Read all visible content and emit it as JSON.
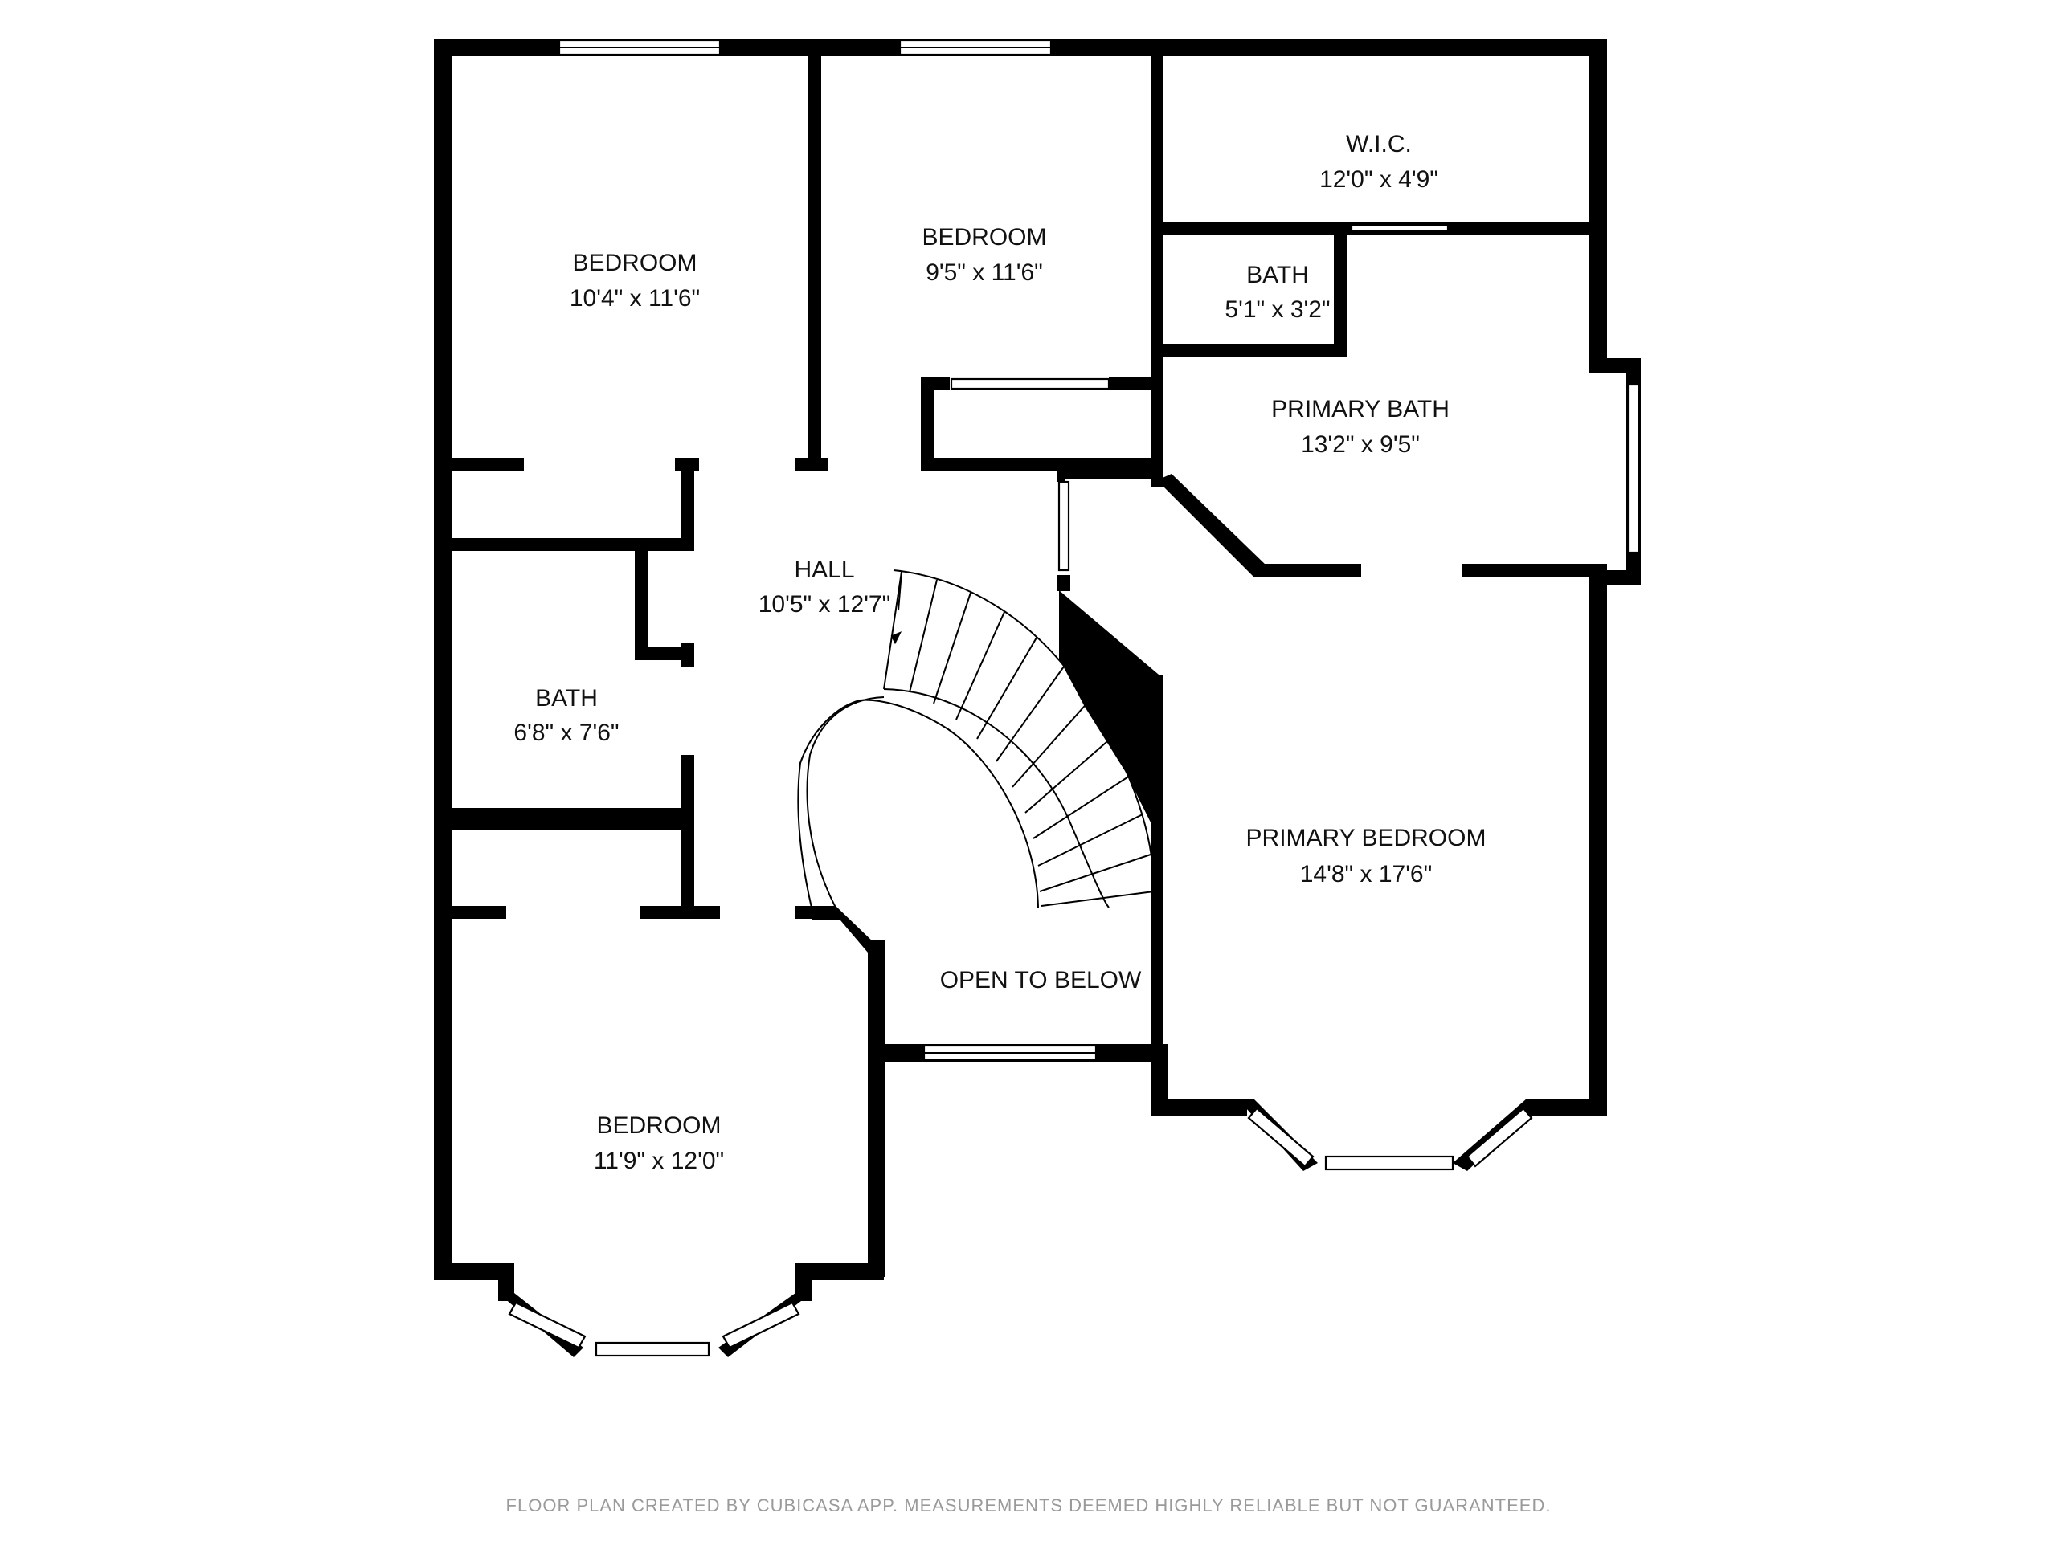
{
  "rooms": {
    "bedroom_nw": {
      "name": "BEDROOM",
      "dims": "10'4\" x 11'6\""
    },
    "bedroom_n": {
      "name": "BEDROOM",
      "dims": "9'5\" x 11'6\""
    },
    "wic": {
      "name": "W.I.C.",
      "dims": "12'0\" x 4'9\""
    },
    "bath_small": {
      "name": "BATH",
      "dims": "5'1\" x 3'2\""
    },
    "primary_bath": {
      "name": "PRIMARY BATH",
      "dims": "13'2\" x 9'5\""
    },
    "hall": {
      "name": "HALL",
      "dims": "10'5\" x 12'7\""
    },
    "bath_w": {
      "name": "BATH",
      "dims": "6'8\" x 7'6\""
    },
    "primary_bedroom": {
      "name": "PRIMARY BEDROOM",
      "dims": "14'8\" x 17'6\""
    },
    "open_to_below": {
      "name": "OPEN TO BELOW"
    },
    "bedroom_sw": {
      "name": "BEDROOM",
      "dims": "11'9\" x 12'0\""
    }
  },
  "footer": {
    "caption": "FLOOR PLAN CREATED BY CUBICASA APP. MEASUREMENTS DEEMED HIGHLY RELIABLE BUT NOT GUARANTEED."
  },
  "colors": {
    "wall": "#000000",
    "background": "#ffffff",
    "caption": "#9a9a9a"
  }
}
